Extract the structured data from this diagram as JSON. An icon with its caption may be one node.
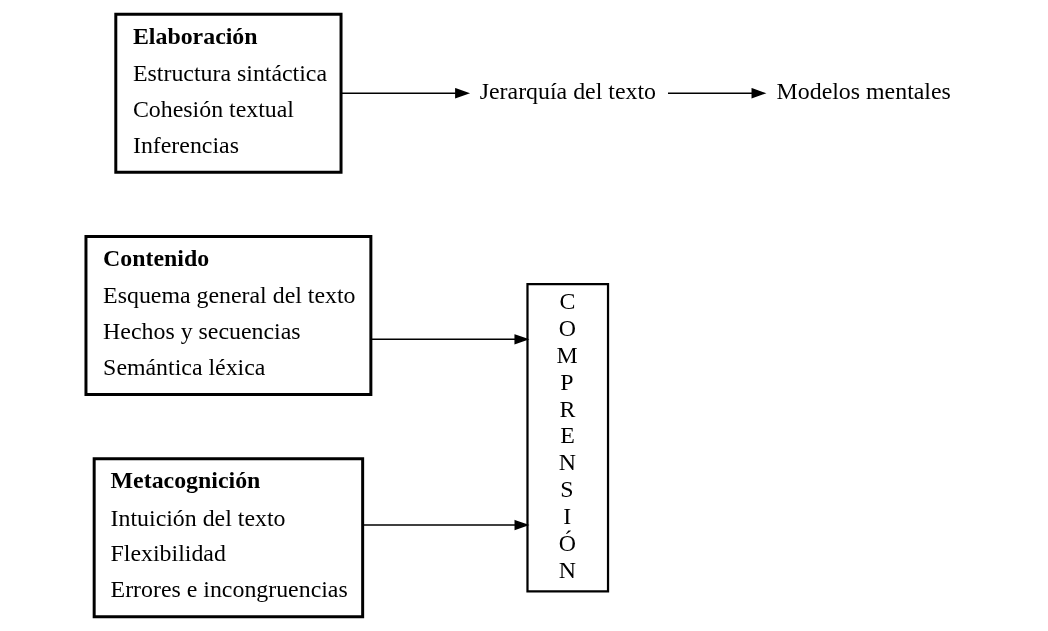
{
  "diagram": {
    "nodes": [
      {
        "text": [
          "Contenido",
          "Esquema general del texto",
          "Hechos y secuencias",
          "Semántica léxica"
        ]
      },
      {
        "text": [
          "Elaboración",
          "Estructura sintáctica",
          "Cohesión textual",
          "Inferencias"
        ]
      },
      {
        "text": [
          "Metacognición",
          "Intuición del texto",
          "Flexibilidad",
          "Errores e incongruencias"
        ]
      },
      {
        "text": [
          "Jerarquía del texto"
        ]
      },
      {
        "text": [
          "Modelos mentales"
        ]
      },
      {
        "text": [
          "COMPRENSIÓN"
        ]
      }
    ],
    "edges": [
      {
        "from": 0,
        "to": 5,
        "arrow": "to"
      },
      {
        "from": 1,
        "to": 3,
        "arrow": "to"
      },
      {
        "from": 3,
        "to": 4,
        "arrow": "to"
      },
      {
        "from": 2,
        "to": 5,
        "arrow": "to"
      }
    ]
  }
}
